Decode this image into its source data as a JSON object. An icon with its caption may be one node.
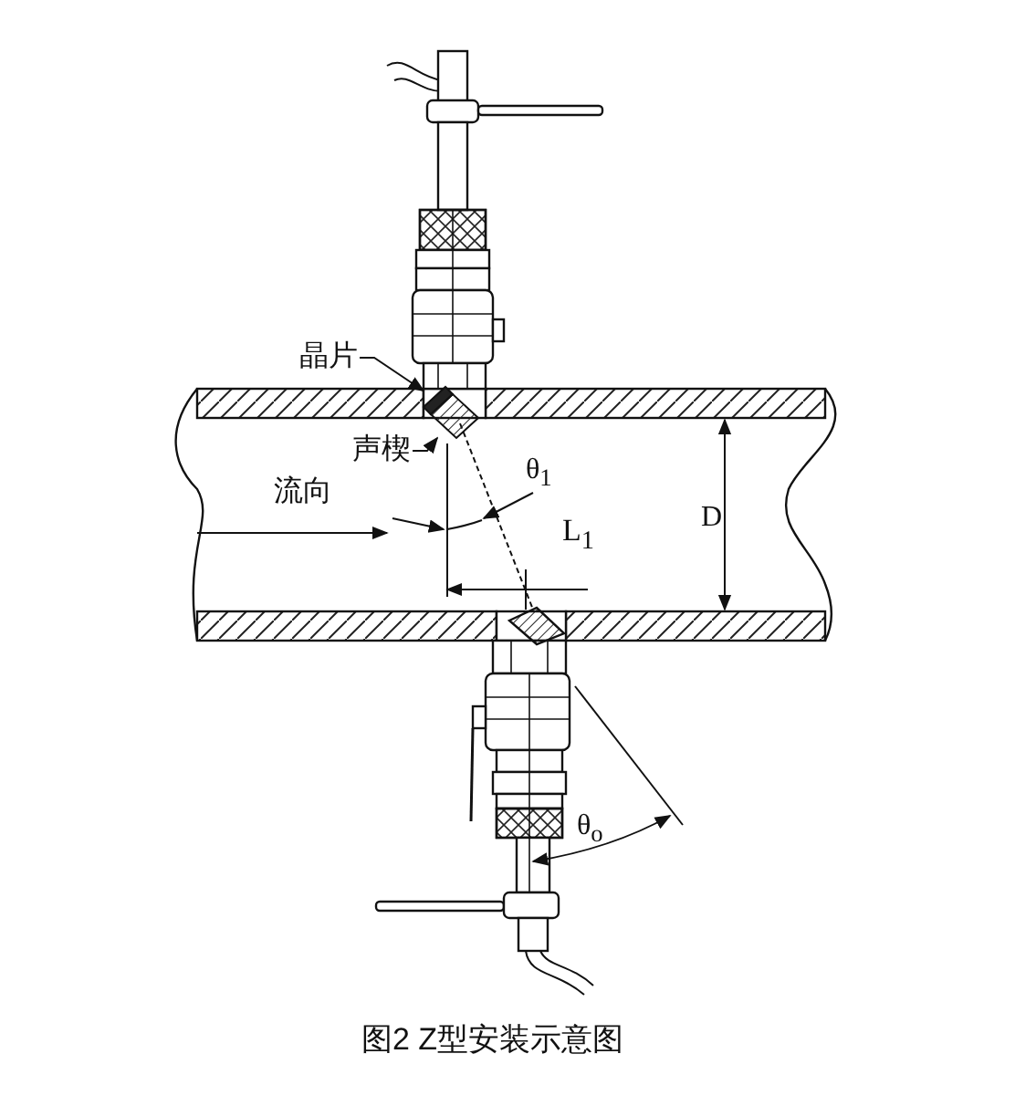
{
  "diagram": {
    "caption": "图2 Z型安装示意图",
    "nodes": [
      {
        "text": [
          "晶片"
        ]
      },
      {
        "text": [],
        "shape": "picture"
      },
      {
        "text": [
          "声楔"
        ]
      },
      {
        "text": [],
        "shape": "picture"
      }
    ],
    "edges": [
      {
        "from": 0,
        "to": 1,
        "arrow": "to"
      },
      {
        "from": 2,
        "to": 3,
        "arrow": "to"
      }
    ],
    "labels": [
      "流向",
      "θ$_{1}$",
      "L$_{1}$",
      "D",
      "θ$_{o}$"
    ]
  }
}
